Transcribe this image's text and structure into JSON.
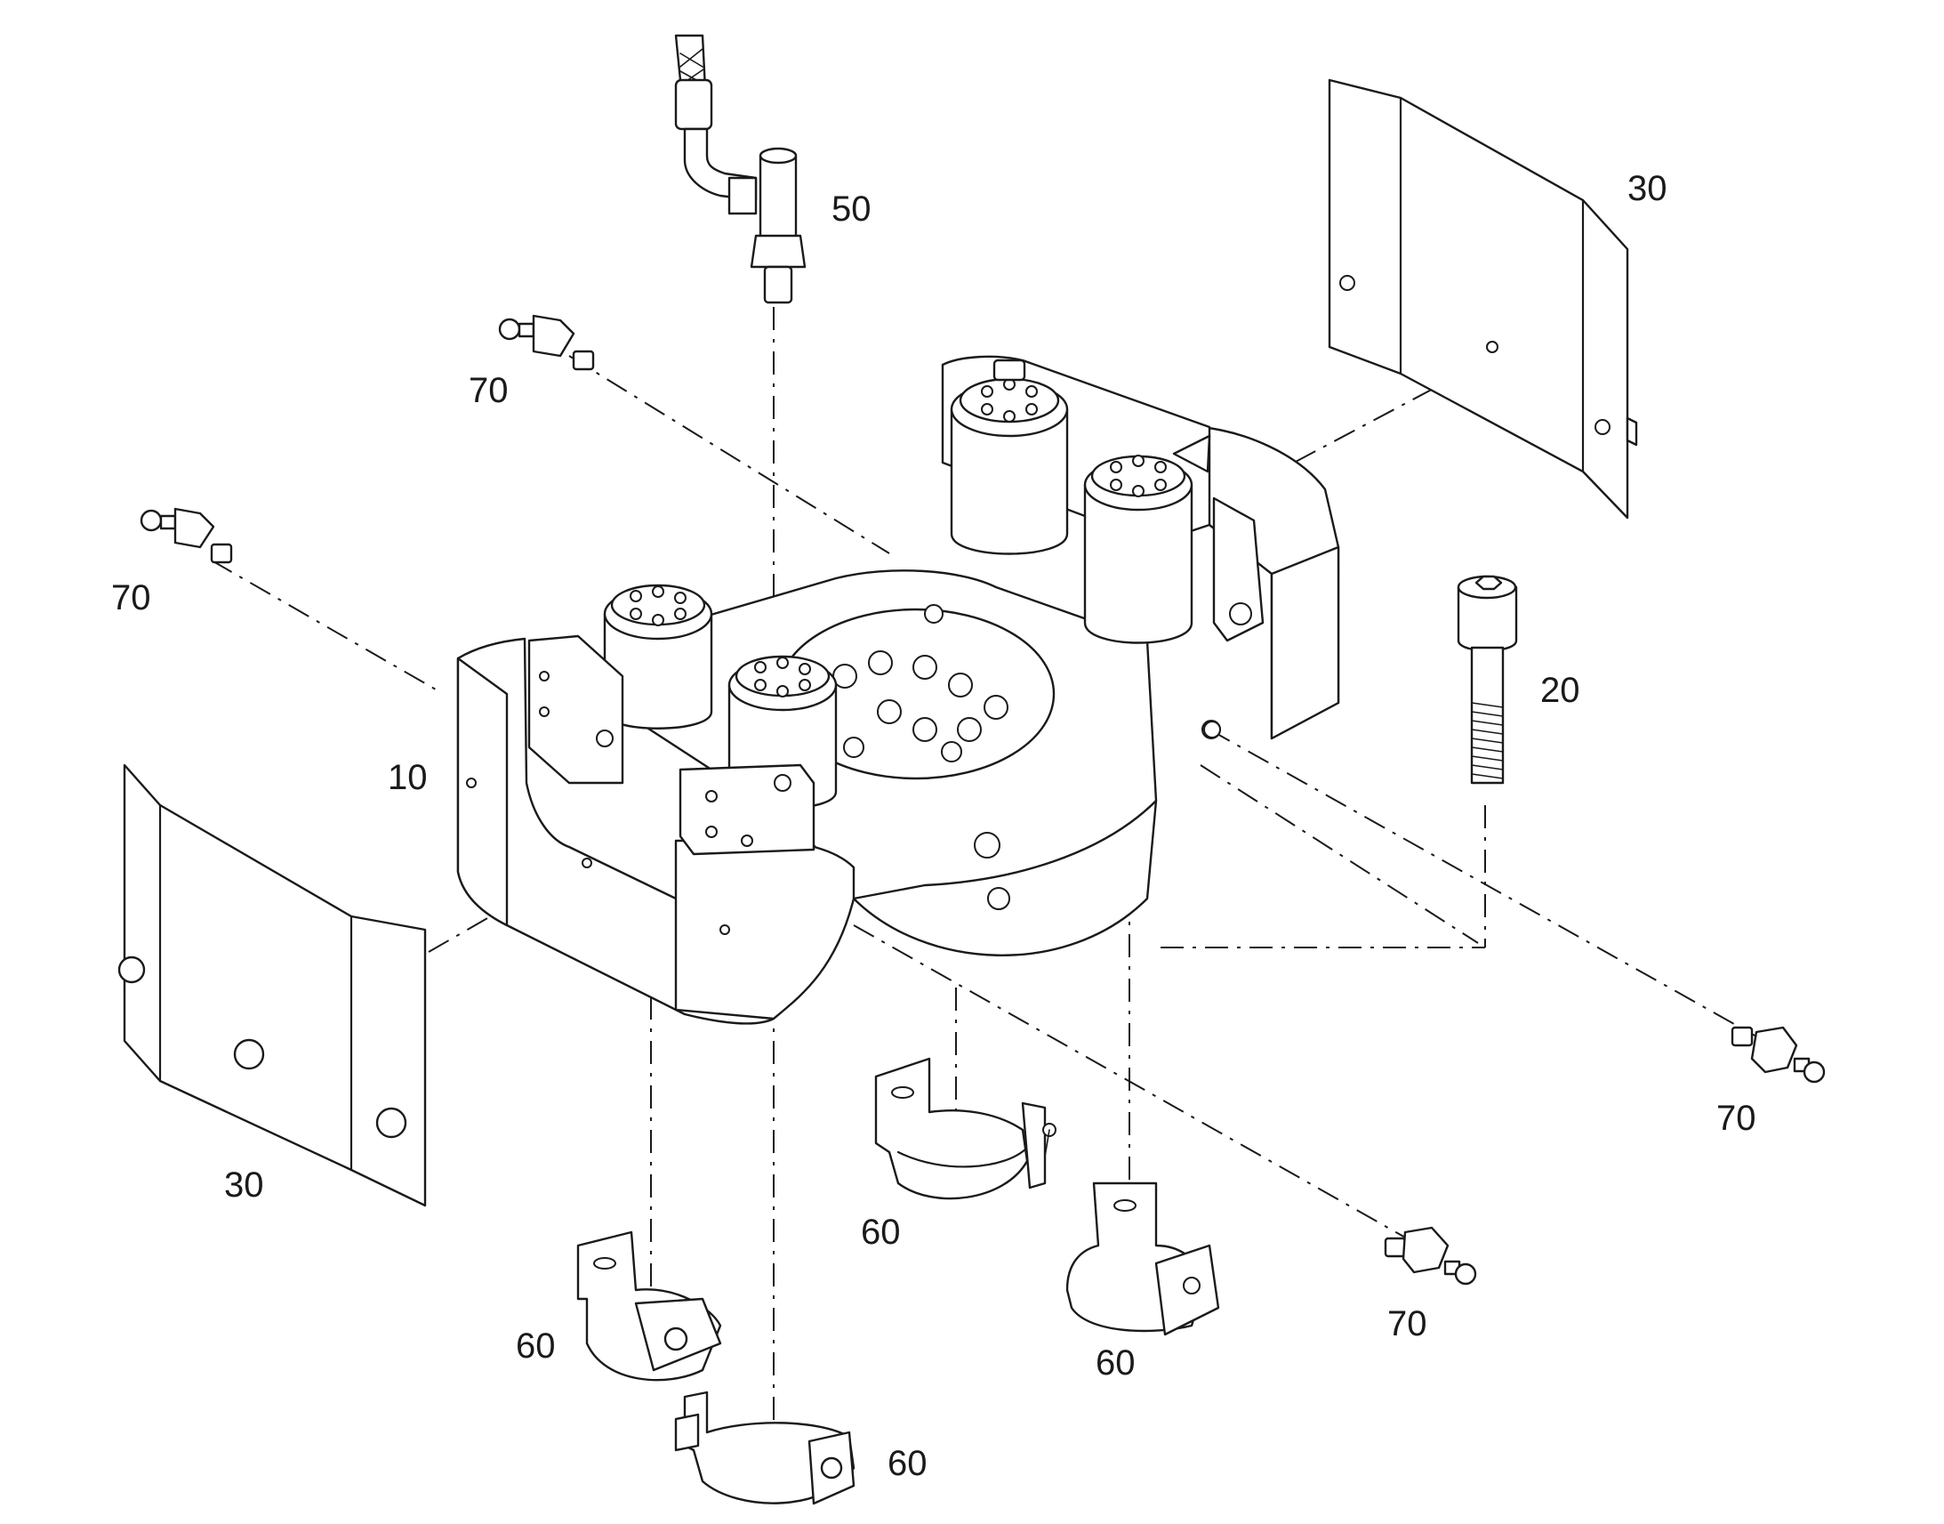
{
  "callouts": {
    "c10": "10",
    "c20": "20",
    "c30_right": "30",
    "c30_left": "30",
    "c50": "50",
    "c60_a": "60",
    "c60_b": "60",
    "c60_c": "60",
    "c60_d": "60",
    "c70_top": "70",
    "c70_left": "70",
    "c70_right": "70",
    "c70_bottom": "70"
  }
}
